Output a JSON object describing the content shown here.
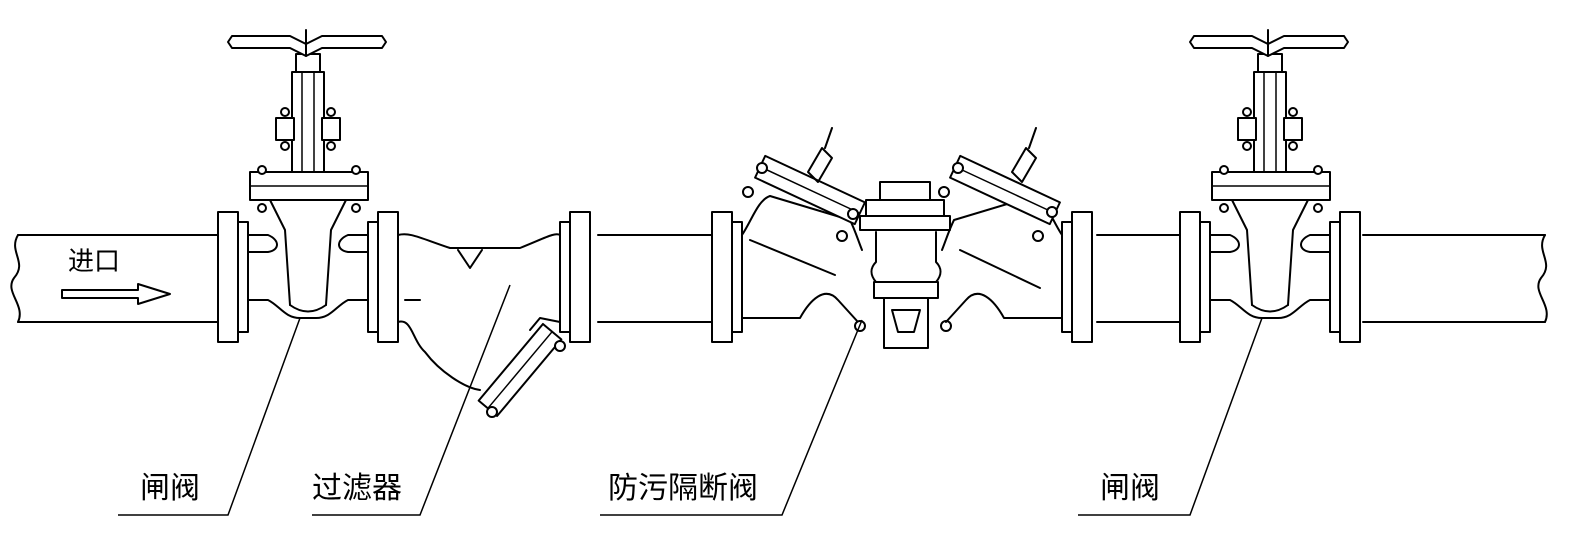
{
  "inlet": {
    "label": "进口"
  },
  "labels": {
    "gate_valve_left": "闸阀",
    "strainer": "过滤器",
    "backflow_preventer": "防污隔断阀",
    "gate_valve_right": "闸阀"
  }
}
